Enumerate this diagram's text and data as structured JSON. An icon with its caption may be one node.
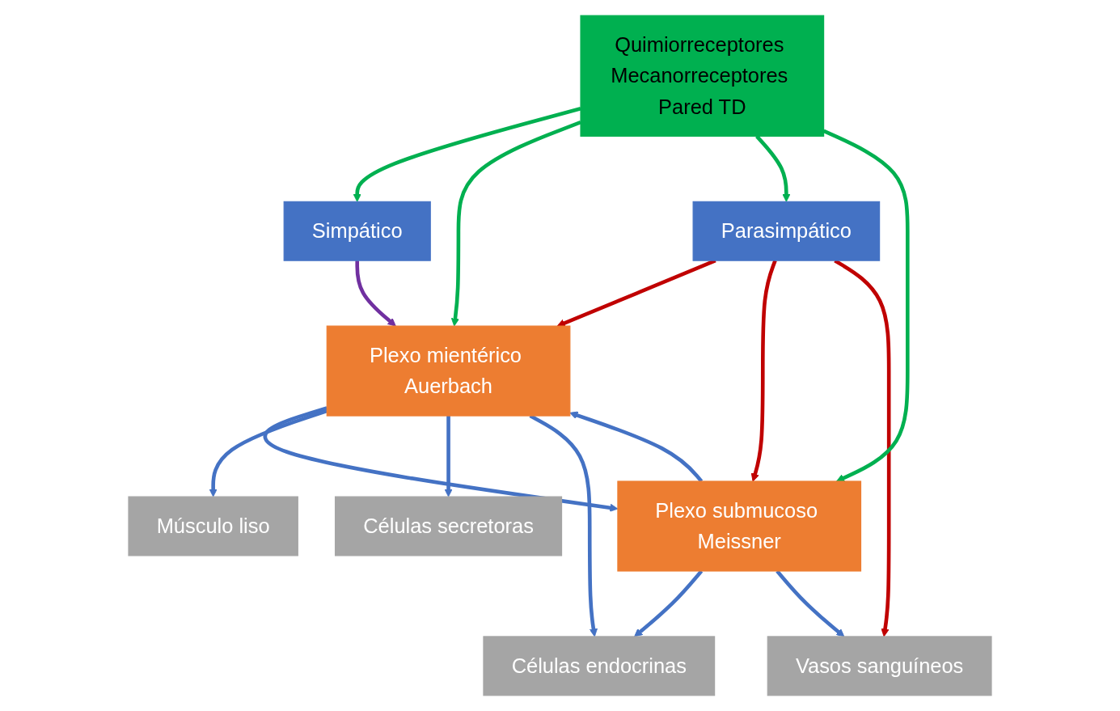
{
  "diagram": {
    "nodes": [
      {
        "text": [
          "Simpático"
        ]
      },
      {
        "text": [
          "Parasimpático"
        ]
      },
      {
        "text": [
          "Plexo mientérico Auerbach"
        ]
      },
      {
        "text": [
          "Plexo submucoso Meissner"
        ]
      },
      {
        "text": [
          "Músculo liso"
        ]
      },
      {
        "text": [
          "Células secretoras"
        ]
      },
      {
        "text": [
          "Células endocrinas"
        ]
      },
      {
        "text": [
          "Vasos sanguíneos"
        ]
      },
      {
        "text": [
          "Quimiorreceptores Mecanorreceptores Pared TD"
        ]
      }
    ],
    "edges": [
      {
        "from": 0,
        "to": 2,
        "arrow": "to",
        "color": "#7030a0"
      },
      {
        "from": 1,
        "to": 2,
        "arrow": "to",
        "color": "#c00000"
      },
      {
        "from": 1,
        "to": 3,
        "arrow": "to",
        "color": "#c00000"
      },
      {
        "from": 1,
        "to": 7,
        "arrow": "to",
        "color": "#c00000"
      },
      {
        "from": 2,
        "to": 3,
        "arrow": "to"
      },
      {
        "from": 3,
        "to": 2,
        "arrow": "to"
      },
      {
        "from": 2,
        "to": 4,
        "arrow": "to"
      },
      {
        "from": 2,
        "to": 5,
        "arrow": "to"
      },
      {
        "from": 2,
        "to": 6,
        "arrow": "to"
      },
      {
        "from": 3,
        "to": 6,
        "arrow": "to"
      },
      {
        "from": 3,
        "to": 7,
        "arrow": "to"
      },
      {
        "from": 8,
        "to": 0,
        "arrow": "to",
        "color": "#00b050"
      },
      {
        "from": 8,
        "to": 2,
        "arrow": "to",
        "color": "#00b050"
      },
      {
        "from": 8,
        "to": 1,
        "arrow": "to",
        "color": "#00b050"
      },
      {
        "from": 8,
        "to": 3,
        "arrow": "to",
        "color": "#00b050"
      }
    ]
  }
}
